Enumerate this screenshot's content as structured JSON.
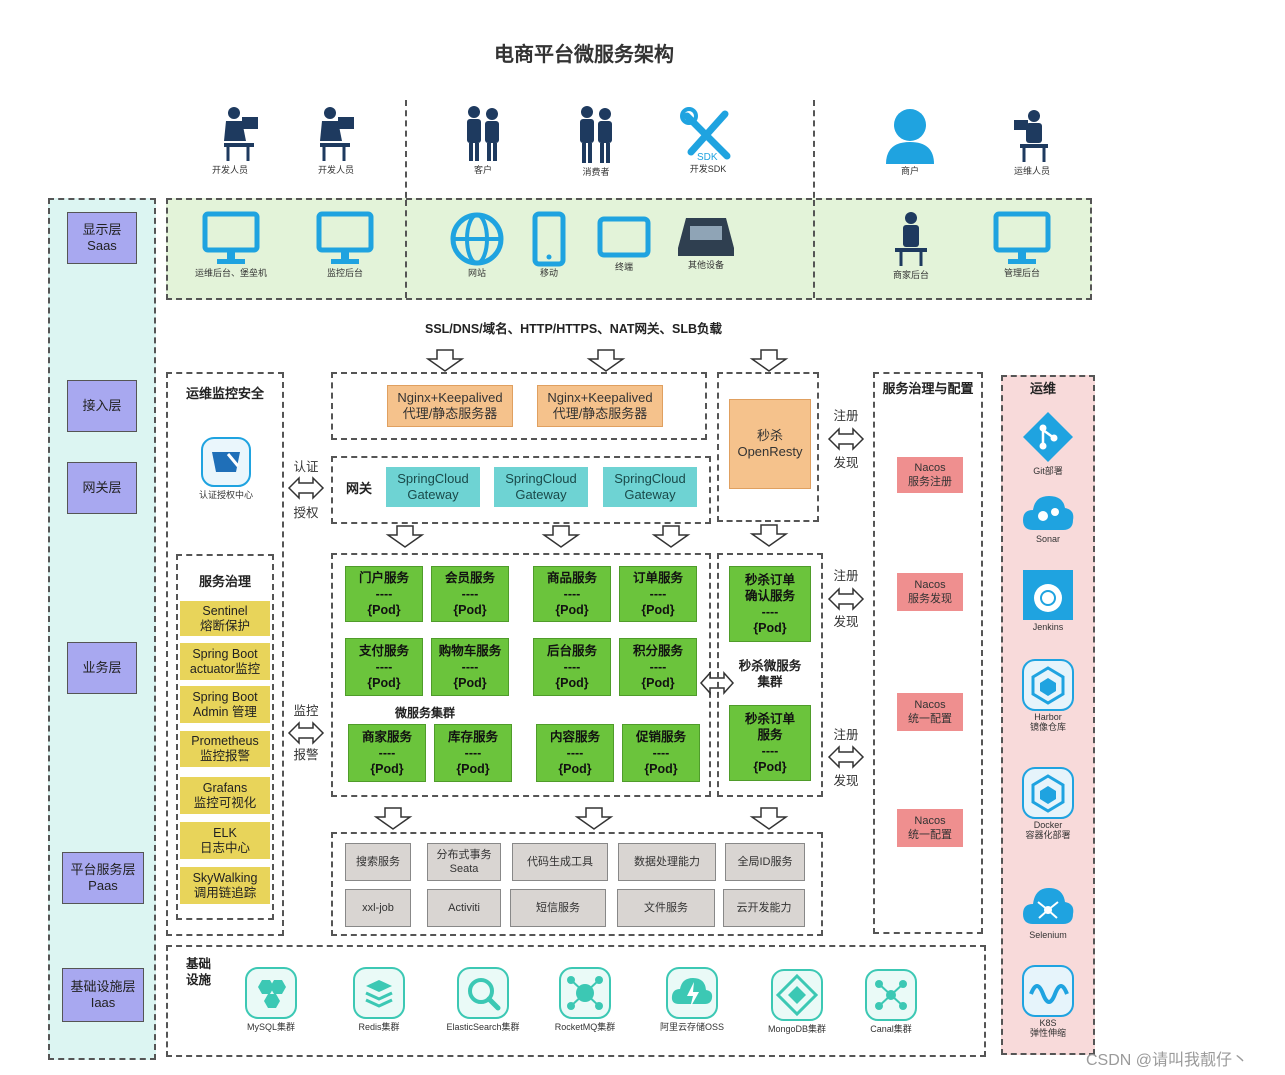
{
  "title": "电商平台微服务架构",
  "users": [
    {
      "label": "开发人员",
      "icon": "developer-icon"
    },
    {
      "label": "开发人员",
      "icon": "developer-icon"
    },
    {
      "label": "客户",
      "icon": "customers-icon"
    },
    {
      "label": "消费者",
      "icon": "consumers-icon"
    },
    {
      "label": "开发SDK",
      "icon": "sdk-tools-icon"
    },
    {
      "label": "商户",
      "icon": "merchant-icon"
    },
    {
      "label": "运维人员",
      "icon": "ops-person-icon"
    }
  ],
  "display_items": [
    {
      "label": "运维后台、堡垒机"
    },
    {
      "label": "监控后台"
    },
    {
      "label": "网站"
    },
    {
      "label": "移动"
    },
    {
      "label": "终端"
    },
    {
      "label": "其他设备"
    },
    {
      "label": "商家后台"
    },
    {
      "label": "管理后台"
    }
  ],
  "layers": {
    "display": "显示层\nSaas",
    "access": "接入层",
    "gateway": "网关层",
    "business": "业务层",
    "platform": "平台服务层\nPaas",
    "infra": "基础设施层\nIaas"
  },
  "access_line": "SSL/DNS/域名、HTTP/HTTPS、NAT网关、SLB负载",
  "nginx": [
    "Nginx+Keepalived\n代理/静态服务器",
    "Nginx+Keepalived\n代理/静态服务器"
  ],
  "openresty": "秒杀\nOpenResty",
  "gateway_label": "网关",
  "gateways": [
    "SpringCloud\nGateway",
    "SpringCloud\nGateway",
    "SpringCloud\nGateway"
  ],
  "ops_security": {
    "title": "运维监控安全",
    "auth_center": "认证授权中心"
  },
  "auth_arrow": {
    "top": "认证",
    "bottom": "授权"
  },
  "monitor_arrow": {
    "top": "监控",
    "bottom": "报警"
  },
  "governance": {
    "title": "服务治理",
    "items": [
      "Sentinel\n熔断保护",
      "Spring Boot\nactuator监控",
      "Spring Boot\nAdmin 管理",
      "Prometheus\n监控报警",
      "Grafans\n监控可视化",
      "ELK\n日志中心",
      "SkyWalking\n调用链追踪"
    ]
  },
  "microservices": {
    "cluster_label": "微服务集群",
    "row1": [
      "门户服务\n----\n{Pod}",
      "会员服务\n----\n{Pod}",
      "商品服务\n----\n{Pod}",
      "订单服务\n----\n{Pod}"
    ],
    "row2": [
      "支付服务\n----\n{Pod}",
      "购物车服务\n----\n{Pod}",
      "后台服务\n----\n{Pod}",
      "积分服务\n----\n{Pod}"
    ],
    "row3": [
      "商家服务\n----\n{Pod}",
      "库存服务\n----\n{Pod}",
      "内容服务\n----\n{Pod}",
      "促销服务\n----\n{Pod}"
    ]
  },
  "seckill": {
    "confirm": "秒杀订单\n确认服务\n----\n{Pod}",
    "cluster_label": "秒杀微服务\n集群",
    "order": "秒杀订单\n服务\n----\n{Pod}"
  },
  "register_arrows": [
    {
      "top": "注册",
      "bottom": "发现"
    },
    {
      "top": "注册",
      "bottom": "发现"
    },
    {
      "top": "注册",
      "bottom": "发现"
    }
  ],
  "service_config": {
    "title": "服务治理与配置",
    "items": [
      "Nacos\n服务注册",
      "Nacos\n服务发现",
      "Nacos\n统一配置",
      "Nacos\n统一配置"
    ]
  },
  "ops": {
    "title": "运维",
    "items": [
      {
        "label": "Git部署",
        "icon": "git-icon"
      },
      {
        "label": "Sonar",
        "icon": "sonar-icon"
      },
      {
        "label": "Jenkins",
        "icon": "jenkins-icon"
      },
      {
        "label": "Harbor\n镜像仓库",
        "icon": "harbor-icon"
      },
      {
        "label": "Docker\n容器化部署",
        "icon": "docker-icon"
      },
      {
        "label": "Selenium",
        "icon": "selenium-icon"
      },
      {
        "label": "K8S\n弹性伸缩",
        "icon": "k8s-icon"
      }
    ]
  },
  "platform_services": {
    "row1": [
      "搜索服务",
      "分布式事务\nSeata",
      "代码生成工具",
      "数据处理能力",
      "全局ID服务"
    ],
    "row2": [
      "xxl-job",
      "Activiti",
      "短信服务",
      "文件服务",
      "云开发能力"
    ]
  },
  "infra": {
    "title": "基础\n设施",
    "items": [
      {
        "label": "MySQL集群",
        "icon": "mysql-icon"
      },
      {
        "label": "Redis集群",
        "icon": "redis-icon"
      },
      {
        "label": "ElasticSearch集群",
        "icon": "elasticsearch-icon"
      },
      {
        "label": "RocketMQ集群",
        "icon": "rocketmq-icon"
      },
      {
        "label": "阿里云存储OSS",
        "icon": "oss-icon"
      },
      {
        "label": "MongoDB集群",
        "icon": "mongodb-icon"
      },
      {
        "label": "Canal集群",
        "icon": "canal-icon"
      }
    ]
  },
  "watermark": "CSDN @请叫我靓仔丶",
  "colors": {
    "display_bg": "#e3f3d9",
    "layer_bg": "#dcf5f2",
    "ops_bg": "#f8dada",
    "icon_blue": "#1fa3e0",
    "icon_dark": "#1e3a5f",
    "infra_icon": "#3cc8b4"
  }
}
